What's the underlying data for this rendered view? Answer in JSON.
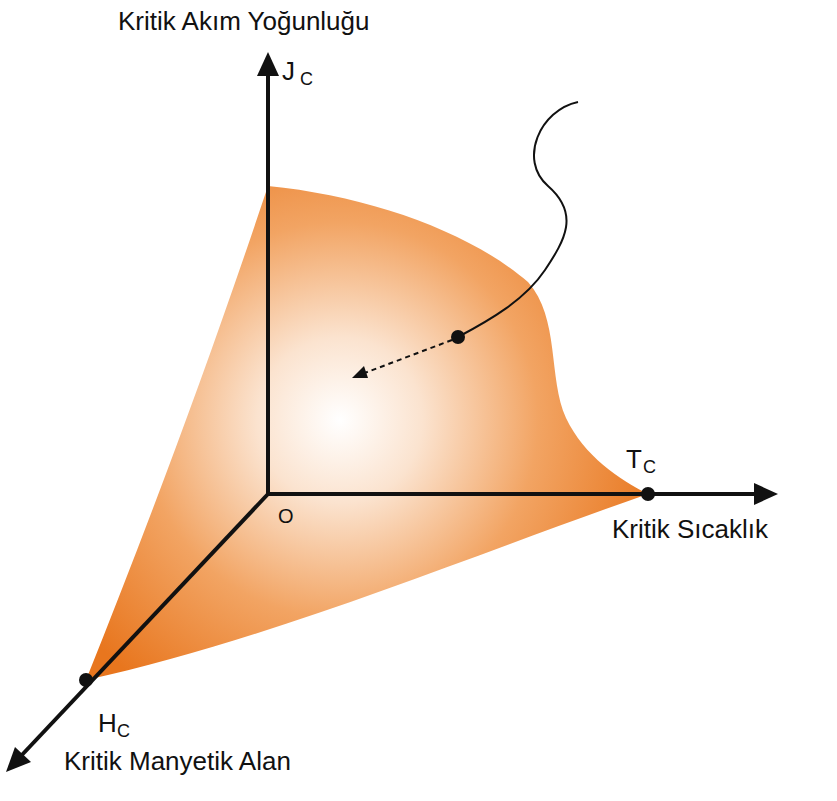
{
  "diagram": {
    "labels": [
      "Kritik Akım Yoğunluğu",
      "J",
      "C",
      "T",
      "C",
      "Kritik Sıcaklık",
      "O",
      "H",
      "C",
      "Kritik Manyetik Alan"
    ]
  }
}
